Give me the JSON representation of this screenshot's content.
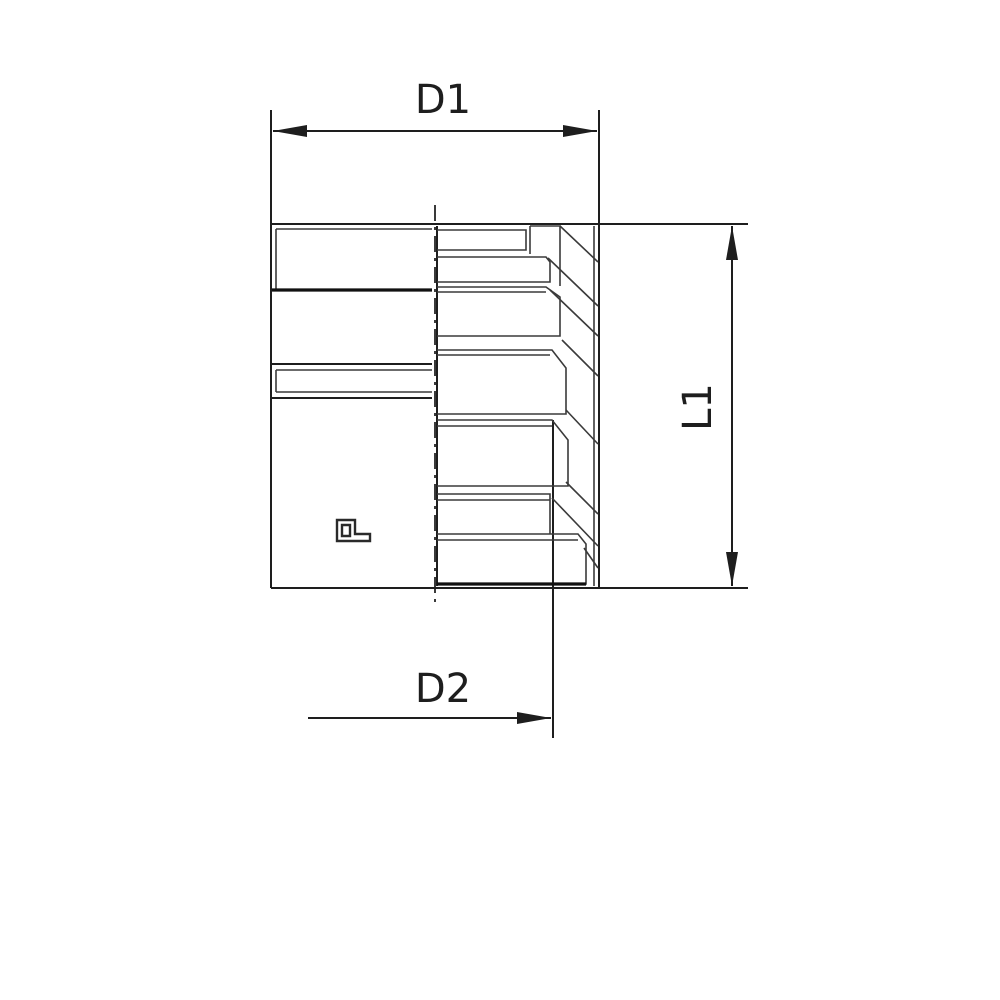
{
  "dimensions": {
    "d1": "D1",
    "d2": "D2",
    "l1": "L1"
  },
  "colors": {
    "line": "#1e1e1e",
    "background": "#ffffff"
  }
}
